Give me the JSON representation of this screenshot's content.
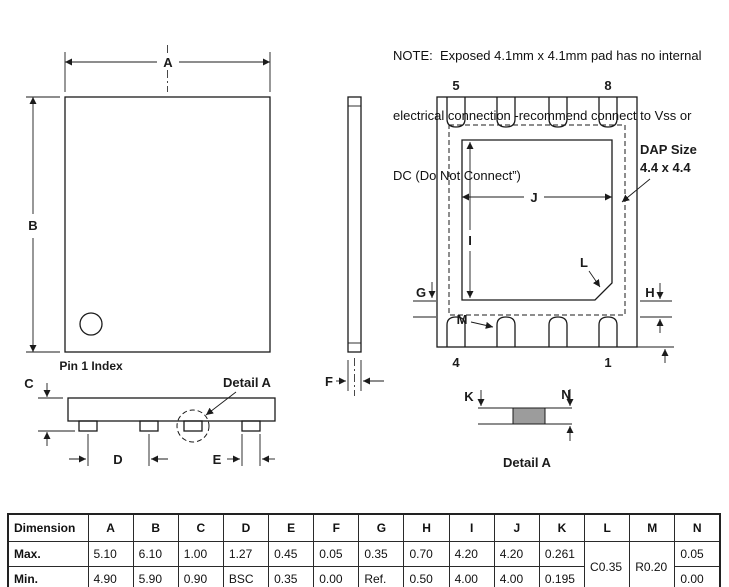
{
  "note": {
    "line1": "NOTE:  Exposed 4.1mm x 4.1mm pad has no internal",
    "line2": "electrical connection -recommend connect to Vss or",
    "line3": "DC (Do Not Connect”)"
  },
  "labels": {
    "dim_a": "A",
    "dim_b": "B",
    "dim_c": "C",
    "dim_d": "D",
    "dim_e": "E",
    "dim_f": "F",
    "dim_g": "G",
    "dim_h": "H",
    "dim_i": "I",
    "dim_j": "J",
    "dim_k": "K",
    "dim_l": "L",
    "dim_m": "M",
    "dim_n": "N",
    "pin1_index": "Pin 1 Index",
    "detail_a_callout": "Detail A",
    "detail_a_caption": "Detail A",
    "dap_size_line1": "DAP Size",
    "dap_size_line2": "4.4 x 4.4",
    "pin5": "5",
    "pin8": "8",
    "pin4": "4",
    "pin1": "1"
  },
  "table": {
    "header": [
      "Dimension",
      "A",
      "B",
      "C",
      "D",
      "E",
      "F",
      "G",
      "H",
      "I",
      "J",
      "K",
      "L",
      "M",
      "N"
    ],
    "max_label": "Max.",
    "min_label": "Min.",
    "max": [
      "5.10",
      "6.10",
      "1.00",
      "1.27",
      "0.45",
      "0.05",
      "0.35",
      "0.70",
      "4.20",
      "4.20",
      "0.261"
    ],
    "min": [
      "4.90",
      "5.90",
      "0.90",
      "BSC",
      "0.35",
      "0.00",
      "Ref.",
      "0.50",
      "4.00",
      "4.00",
      "0.195"
    ],
    "l_value": "C0.35",
    "m_value": "R0.20",
    "n_max": "0.05",
    "n_min": "0.00"
  }
}
